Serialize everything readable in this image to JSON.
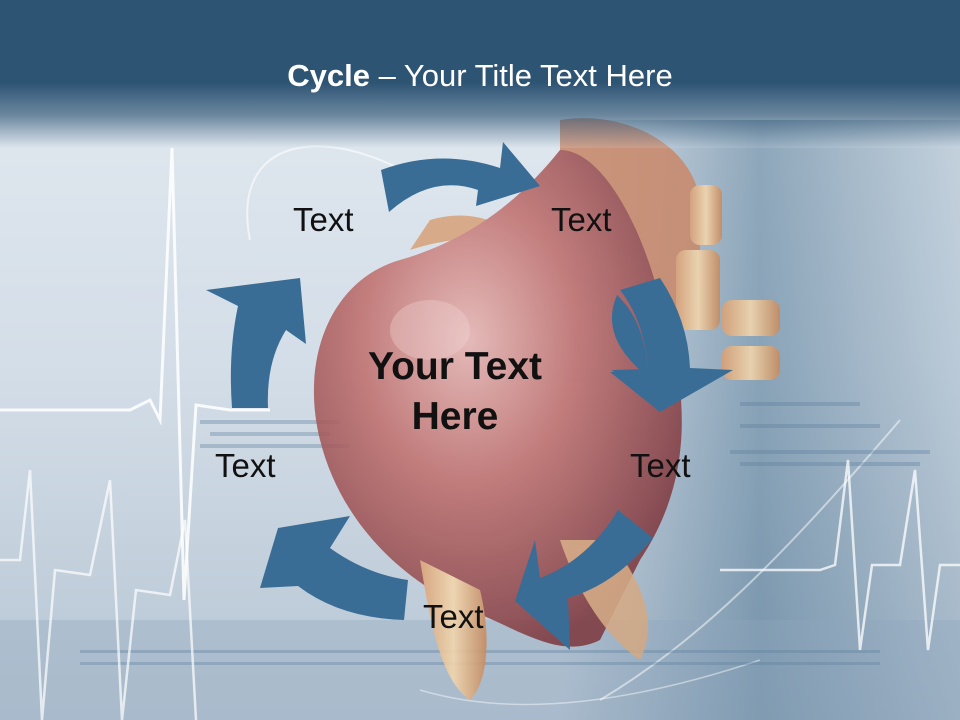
{
  "slide": {
    "title_bold": "Cycle",
    "title_rest": " – Your Title Text Here",
    "center_line1": "Your Text",
    "center_line2": "Here",
    "labels": {
      "top_left": "Text",
      "top_right": "Text",
      "right": "Text",
      "bottom": "Text",
      "left": "Text"
    }
  },
  "colors": {
    "title_band": "#2e5474",
    "arrow": "#3a6d96",
    "background": "#dde6ee",
    "heart": "#a8484a"
  },
  "icons": [
    "heart-illustration",
    "ecg-line",
    "circular-arrow"
  ]
}
